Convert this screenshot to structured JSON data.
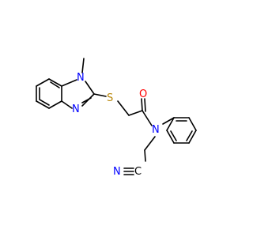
{
  "molecule": {
    "atoms": {
      "n_methyl": {
        "text": "N",
        "color": "#0000ff"
      },
      "n_ring": {
        "text": "N",
        "color": "#0000ff"
      },
      "sulfur": {
        "text": "S",
        "color": "#b8860b"
      },
      "oxygen": {
        "text": "O",
        "color": "#ff0000"
      },
      "n_amide": {
        "text": "N",
        "color": "#0000ff"
      },
      "n_nitrile": {
        "text": "N",
        "color": "#0000ff"
      },
      "c_nitrile": {
        "text": "C",
        "color": "#000000"
      }
    }
  }
}
